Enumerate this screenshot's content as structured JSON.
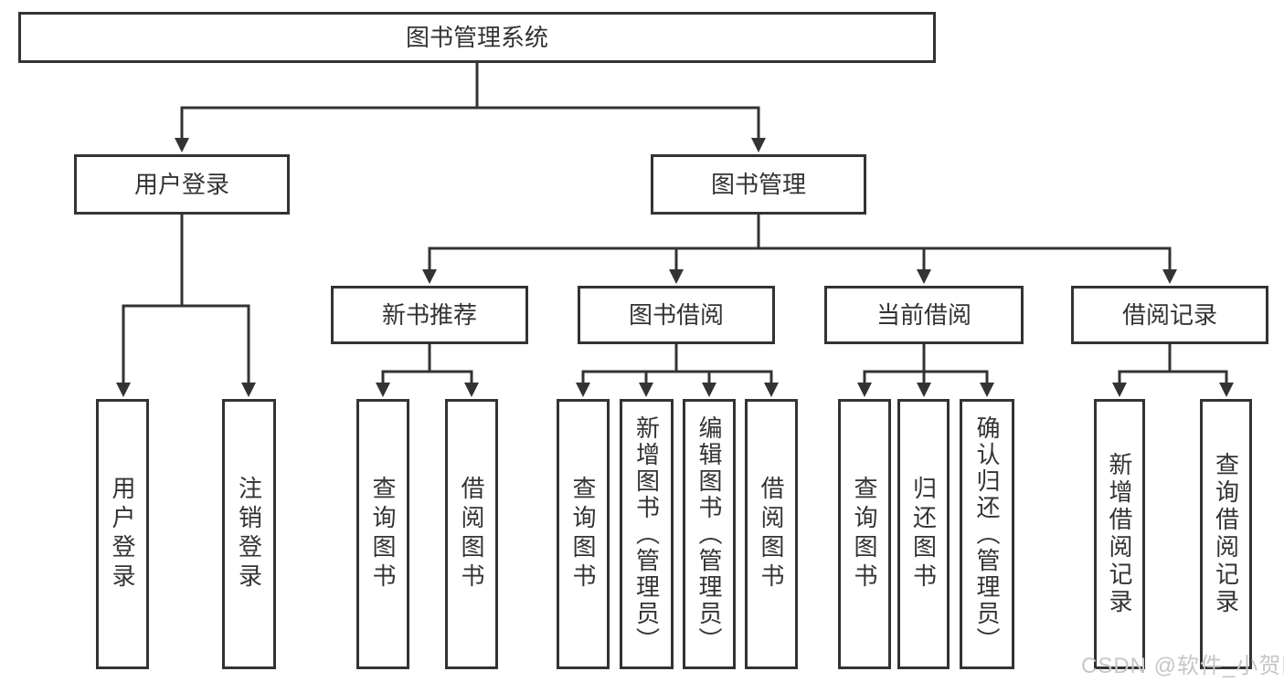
{
  "nodes": {
    "root": "图书管理系统",
    "branches": {
      "user_login": {
        "label": "用户登录",
        "children": {
          "login": "用户登录",
          "logout": "注销登录"
        }
      },
      "book_management": {
        "label": "图书管理",
        "sections": {
          "new_book_recommend": {
            "label": "新书推荐",
            "children": {
              "query_books": "查询图书",
              "borrow_books": "借阅图书"
            }
          },
          "book_borrowing": {
            "label": "图书借阅",
            "children": {
              "query_books": "查询图书",
              "add_books": "新增图书（管理员）",
              "edit_books": "编辑图书（管理员）",
              "borrow_books": "借阅图书"
            }
          },
          "current_borrowing": {
            "label": "当前借阅",
            "children": {
              "query_books": "查询图书",
              "return_books": "归还图书",
              "confirm_return": "确认归还（管理员）"
            }
          },
          "borrowing_records": {
            "label": "借阅记录",
            "children": {
              "add_record": "新增借阅记录",
              "query_record": "查询借阅记录"
            }
          }
        }
      }
    }
  },
  "watermark": {
    "text": "CSDN @软件_小贺同学"
  },
  "colors": {
    "line": "#333333",
    "text": "#333333",
    "box_fill": "#ffffff",
    "watermark": "#c6c6c6",
    "background": "#ffffff"
  }
}
